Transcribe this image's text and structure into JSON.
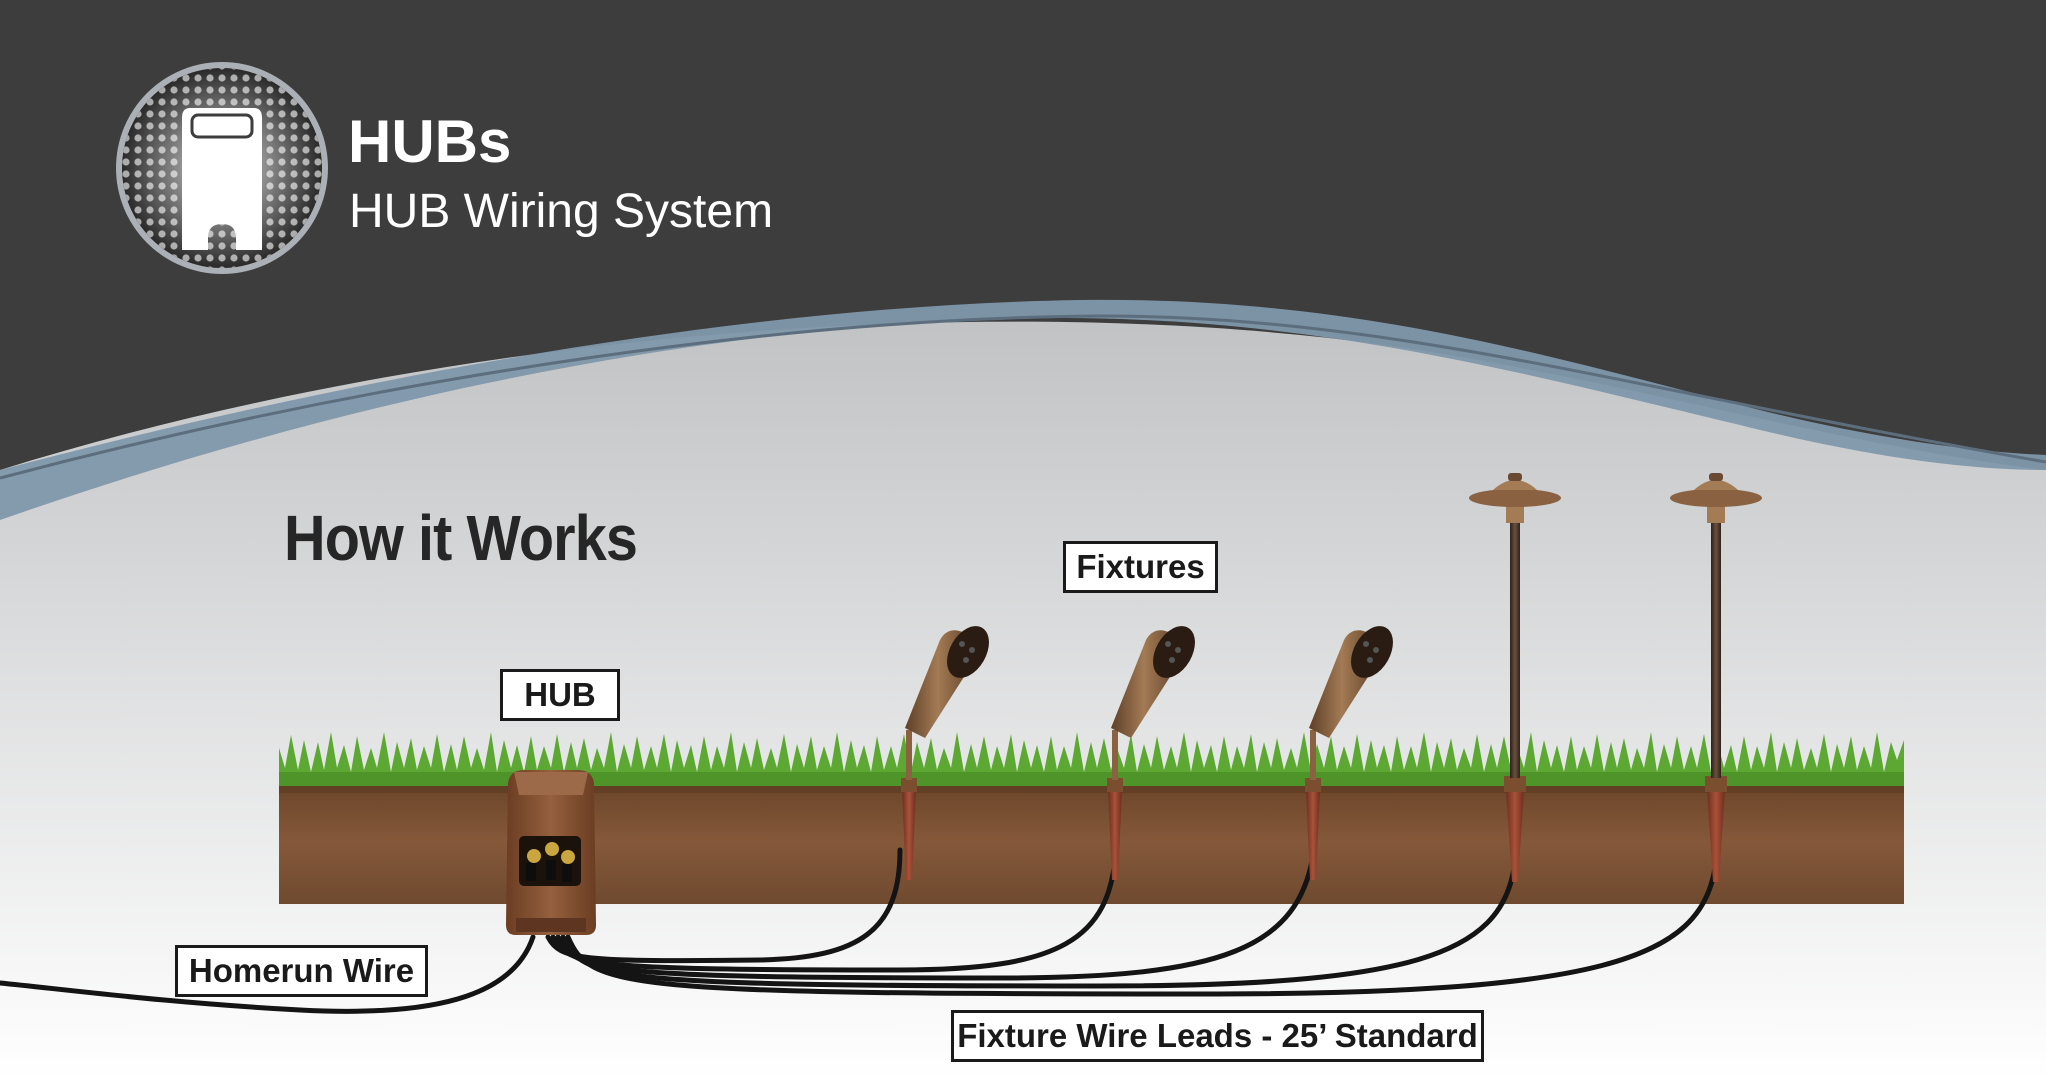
{
  "header": {
    "title": "HUBs",
    "subtitle": "HUB Wiring System",
    "logo_icon": "hub-box-icon"
  },
  "main": {
    "heading": "How it Works"
  },
  "labels": {
    "hub": "HUB",
    "fixtures": "Fixtures",
    "homerun_wire": "Homerun Wire",
    "fixture_wire_leads": "Fixture Wire Leads - 25’ Standard"
  },
  "fixtures": [
    {
      "kind": "spotlight"
    },
    {
      "kind": "spotlight"
    },
    {
      "kind": "spotlight"
    },
    {
      "kind": "path-light"
    },
    {
      "kind": "path-light"
    }
  ],
  "colors": {
    "header_bg": "#3d3d3d",
    "accent_swoosh": "#7f97ab",
    "soil": "#7a5033",
    "grass": "#5da832",
    "hub_box": "#7d4b2c",
    "fixture_bronze": "#8a6241",
    "stake": "#8a3e2a",
    "wire": "#141414"
  }
}
